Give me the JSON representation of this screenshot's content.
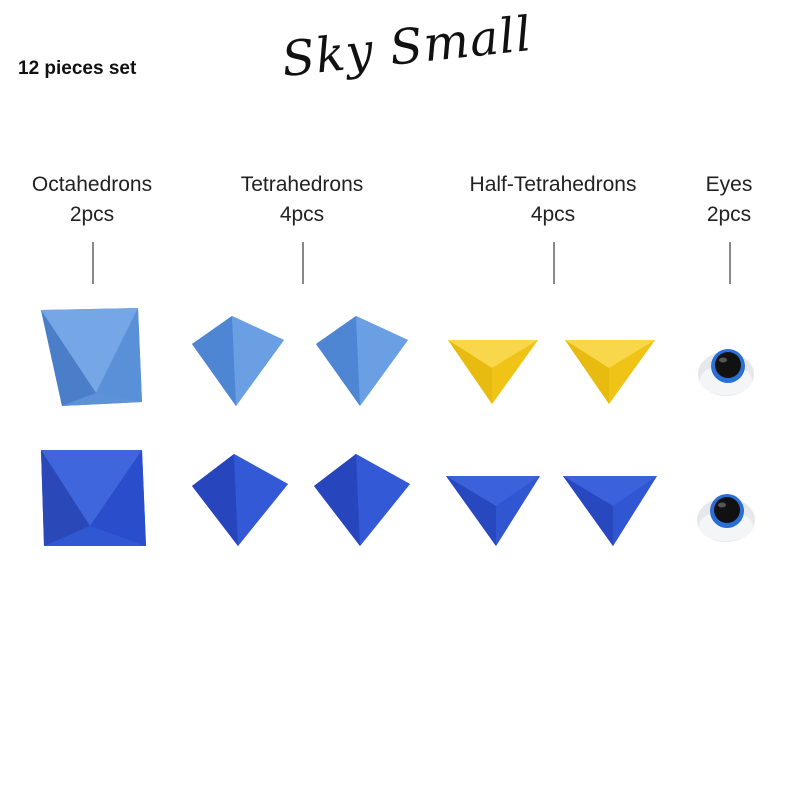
{
  "header": {
    "set_count": "12 pieces set",
    "title": "Sky Small"
  },
  "categories": [
    {
      "name": "Octahedrons",
      "count": "2pcs"
    },
    {
      "name": "Tetrahedrons",
      "count": "4pcs"
    },
    {
      "name": "Half-Tetrahedrons",
      "count": "4pcs"
    },
    {
      "name": "Eyes",
      "count": "2pcs"
    }
  ],
  "colors": {
    "light_blue": "#5b96e0",
    "dark_blue": "#2d53d0",
    "yellow": "#f2c81c",
    "eye_ring": "#2a6fd6",
    "eye_pupil": "#111111",
    "eye_white": "#eef0f2"
  }
}
